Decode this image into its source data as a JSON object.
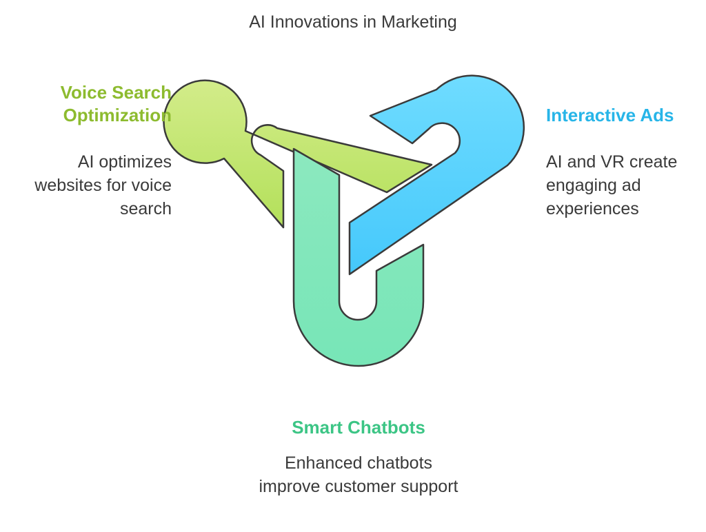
{
  "title": "AI Innovations in Marketing",
  "colors": {
    "voice": "#8dbb2f",
    "interactive": "#27b5e8",
    "chatbots": "#3cc585",
    "outline": "#3a3a3a"
  },
  "items": [
    {
      "heading": "Voice Search Optimization",
      "description": "AI optimizes websites for voice search"
    },
    {
      "heading": "Interactive Ads",
      "description": "AI and VR create engaging ad experiences"
    },
    {
      "heading": "Smart Chatbots",
      "description": "Enhanced chatbots improve customer support"
    }
  ]
}
